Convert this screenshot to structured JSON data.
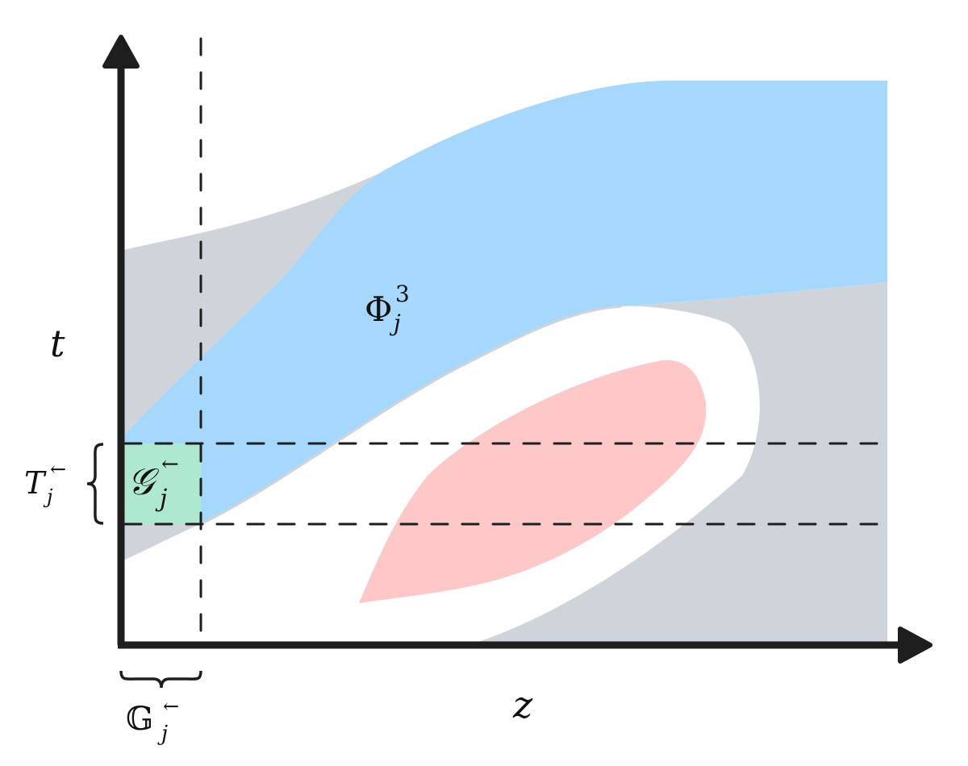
{
  "diagram": {
    "type": "region-diagram",
    "axes": {
      "vertical_label": "t",
      "horizontal_label": "z"
    },
    "regions": [
      {
        "id": "phi",
        "label_base": "Φ",
        "label_sup": "3",
        "label_sub": "j",
        "color": "#a6d8fd"
      },
      {
        "id": "gray-admissible",
        "label": "",
        "color": "#cfd4db"
      },
      {
        "id": "white-band",
        "label": "",
        "color": "#ffffff"
      },
      {
        "id": "pink-core",
        "label": "",
        "color": "#fec8c9"
      },
      {
        "id": "g-cell",
        "label_base": "𝒢",
        "label_sup": "←",
        "label_sub": "j",
        "color": "#afe8d1"
      }
    ],
    "annotations": {
      "T_interval": {
        "base": "T",
        "sup": "←",
        "sub": "j"
      },
      "G_interval": {
        "base": "𝔾",
        "sup": "←",
        "sub": "j"
      }
    },
    "guides": {
      "dashed_vertical_count": 1,
      "dashed_horizontal_count": 2
    },
    "colors": {
      "axis": "#1e1e1e",
      "blue": "#a6d8fd",
      "gray": "#cfd4db",
      "pink": "#fec8c9",
      "green": "#afe8d1"
    }
  }
}
